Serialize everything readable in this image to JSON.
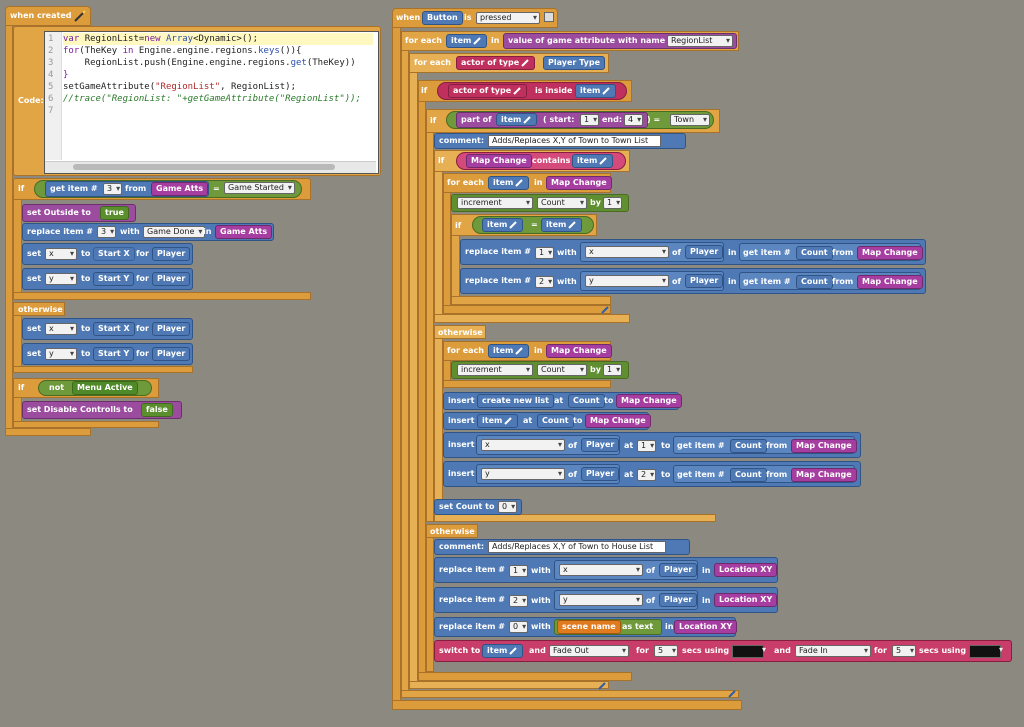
{
  "left": {
    "when_created": "when created",
    "code_label": "Code:",
    "code": {
      "lines": [
        "1",
        "2",
        "3",
        "4",
        "5",
        "6",
        "7"
      ],
      "l1_kw": "var ",
      "l1_a": "RegionList=",
      "l1_kw2": "new ",
      "l1_fn": "Array",
      "l1_b": "<Dynamic>();",
      "l2_kw": "for",
      "l2_a": "(TheKey ",
      "l2_kw2": "in ",
      "l2_b": "Engine.engine.regions.",
      "l2_fn": "keys",
      "l2_c": "()){",
      "l3": "    RegionList.push(Engine.engine.regions.",
      "l3_fn": "get",
      "l3_c": "(TheKey))",
      "l4": "}",
      "l5_a": "setGameAttribute(",
      "l5_str": "\"RegionList\"",
      "l5_b": ", RegionList);",
      "l6": "//trace(\"RegionList: \"+getGameAttribute(\"RegionList\"));"
    },
    "if1": "if",
    "get_item": "get item #",
    "get_item_n": "3",
    "from": "from",
    "game_atts": "Game Atts",
    "equals": "=",
    "game_started": "Game Started",
    "set_outside": "set Outside to",
    "true": "true",
    "replace_item": "replace item #",
    "replace_n": "3",
    "with": "with",
    "game_done": "Game Done",
    "in": "in",
    "game_atts2": "Game Atts",
    "set": "set",
    "x": "x",
    "y": "y",
    "to": "to",
    "start_x": "Start X",
    "start_y": "Start Y",
    "for": "for",
    "player": "Player",
    "otherwise": "otherwise",
    "if2": "if",
    "not": "not",
    "menu_active": "Menu Active",
    "set_disable": "set Disable Controlls to",
    "false": "false"
  },
  "right": {
    "when": "when",
    "button": "Button",
    "is": "is",
    "pressed": "pressed",
    "for_each": "for each",
    "item": "item",
    "in": "in",
    "value_of_attr": "value of game attribute with name",
    "region_list": "RegionList",
    "actor_of_type": "actor of type",
    "player_type": "Player Type",
    "if": "if",
    "is_inside": "is inside",
    "part_of": "part of",
    "start_label": "( start:",
    "start_n": "1",
    "end_label": "end:",
    "end_n": "4",
    "close_eq": ") =",
    "town": "Town",
    "comment": "comment:",
    "comment1": "Adds/Replaces X,Y of Town to Town List",
    "comment2": "Adds/Replaces X,Y of Town to House List",
    "map_change": "Map Change",
    "contains": "contains",
    "increment": "increment",
    "count": "Count",
    "by": "by",
    "by_n": "1",
    "equals": "=",
    "replace_item": "replace item #",
    "n1": "1",
    "n2": "2",
    "n0": "0",
    "with": "with",
    "x": "x",
    "y": "y",
    "of": "of",
    "player": "Player",
    "get_item": "get item #",
    "from": "from",
    "otherwise": "otherwise",
    "insert": "insert",
    "create_new_list": "create new list",
    "at": "at",
    "to": "to",
    "set_count_to": "set Count to",
    "set_count_n": "0",
    "otherwise2": "otherwise",
    "location_xy": "Location XY",
    "scene_name": "scene name",
    "as_text": "as text",
    "switch_to": "switch to",
    "and": "and",
    "fade_out": "Fade Out",
    "for_lbl": "for",
    "secs": "5",
    "secs_using": "secs using",
    "fade_in": "Fade In"
  },
  "colors": {
    "event": "#dc9c3c",
    "blue": "#4e79b5",
    "purple": "#9b4c9f",
    "green": "#6f9a3c",
    "pink": "#c0305e",
    "background": "#8c8a80"
  },
  "icons": {
    "pencil": "pencil-icon",
    "wand": "wand-icon"
  }
}
